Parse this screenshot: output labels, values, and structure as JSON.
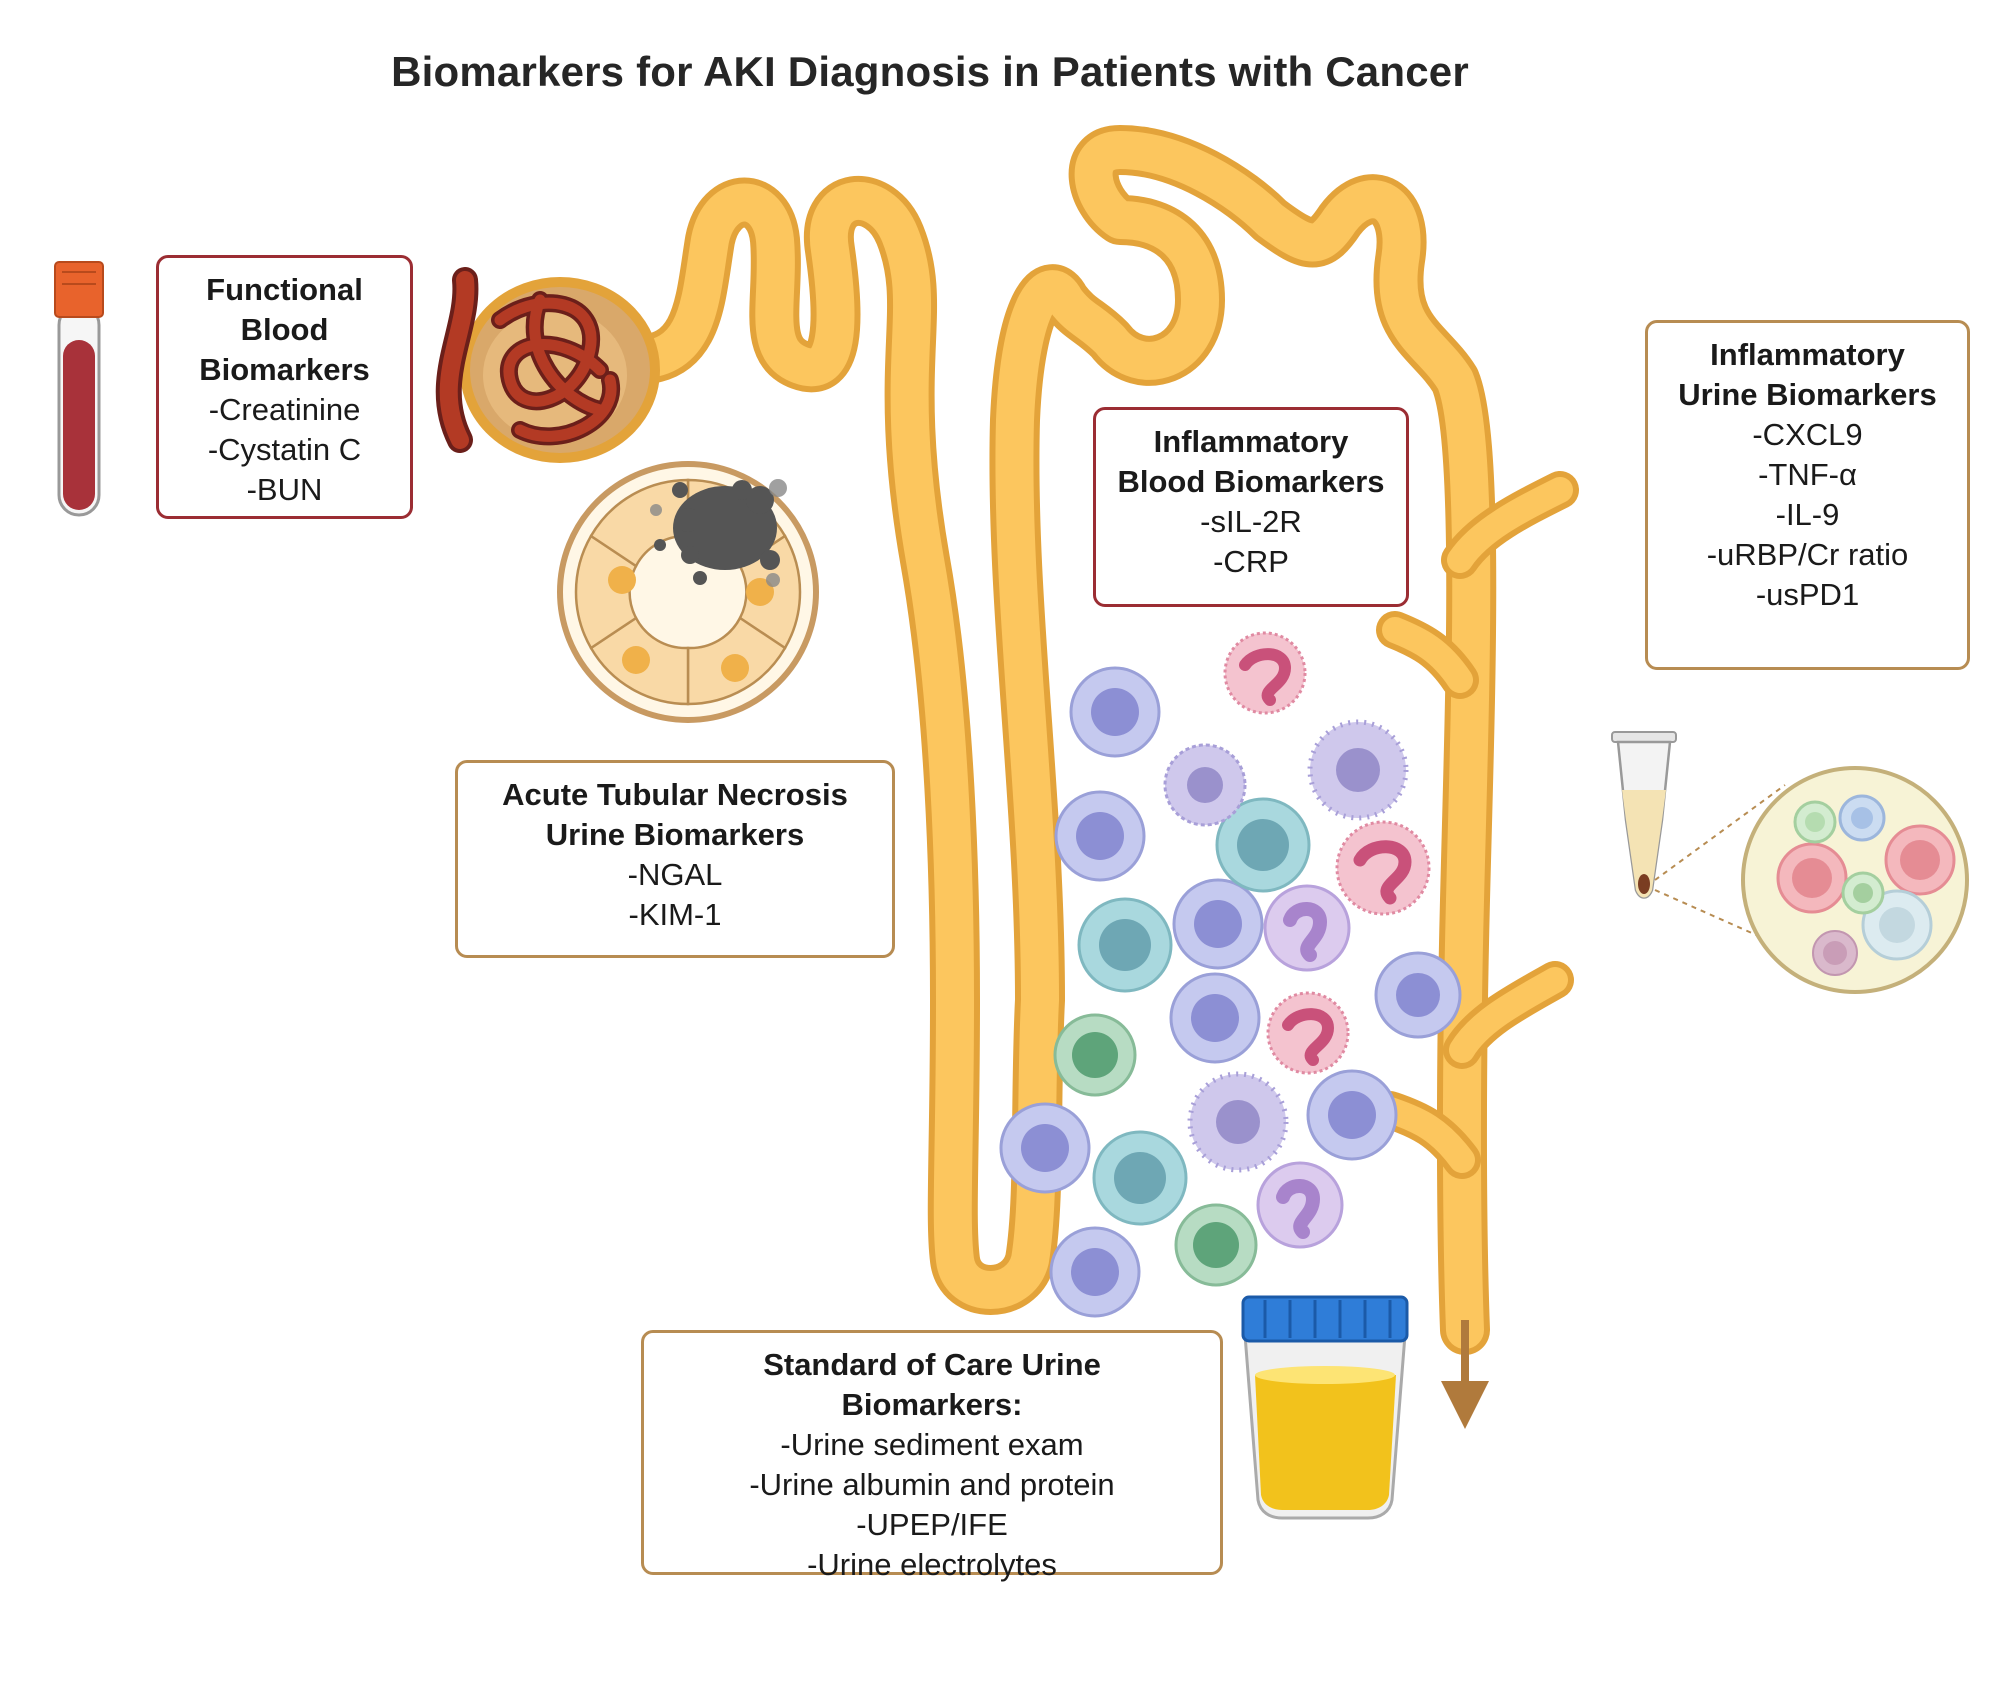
{
  "title": "Biomarkers for AKI Diagnosis in Patients with Cancer",
  "colors": {
    "tubule": "#fcc65e",
    "tubule_outline": "#e3a33a",
    "blood": "#9b2d33",
    "tan_border": "#b78c52",
    "urine": "#f2c21c",
    "cap_blue": "#2f7dd8",
    "tube_cap": "#e8632c"
  },
  "icons": [
    "blood-tube-icon",
    "glomerulus-icon",
    "necrotic-tubule-cell-icon",
    "immune-cell-icon",
    "microcentrifuge-tube-icon",
    "urine-sediment-magnifier-icon",
    "urine-cup-icon",
    "flow-arrow-icon"
  ],
  "boxes": {
    "functional_blood": {
      "heading_lines": [
        "Functional",
        "Blood",
        "Biomarkers"
      ],
      "items": [
        "-Creatinine",
        "-Cystatin C",
        "-BUN"
      ]
    },
    "inflammatory_blood": {
      "heading_lines": [
        "Inflammatory",
        "Blood Biomarkers"
      ],
      "items": [
        "-sIL-2R",
        "-CRP"
      ]
    },
    "inflammatory_urine": {
      "heading_lines": [
        "Inflammatory",
        "Urine Biomarkers"
      ],
      "items": [
        "-CXCL9",
        "-TNF-α",
        "-IL-9",
        "-uRBP/Cr ratio",
        "-usPD1"
      ]
    },
    "atn_urine": {
      "heading_lines": [
        "Acute Tubular Necrosis",
        "Urine Biomarkers"
      ],
      "items": [
        "-NGAL",
        "-KIM-1"
      ]
    },
    "standard_urine": {
      "heading_lines": [
        "Standard of Care Urine",
        "Biomarkers:"
      ],
      "items": [
        "-Urine sediment exam",
        "-Urine albumin and protein",
        "-UPEP/IFE",
        "-Urine electrolytes"
      ]
    }
  }
}
